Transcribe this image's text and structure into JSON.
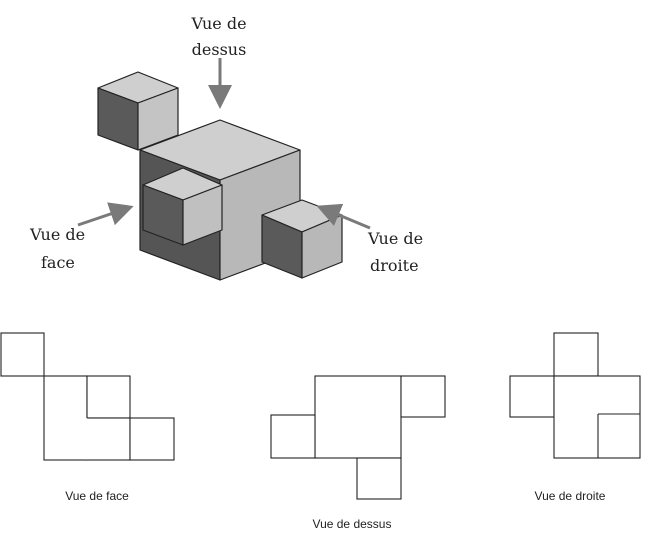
{
  "iso": {
    "label_top_line1": "Vue de",
    "label_top_line2": "dessus",
    "label_front_line1": "Vue de",
    "label_front_line2": "face",
    "label_right_line1": "Vue de",
    "label_right_line2": "droite"
  },
  "views": {
    "front_caption": "Vue de face",
    "top_caption": "Vue de dessus",
    "right_caption": "Vue de droite"
  },
  "colors": {
    "top_face": "#cfcfcf",
    "light_face": "#b8b8b8",
    "dark_face": "#5a5a5a",
    "arrow": "#7a7a7a",
    "line": "#222222"
  }
}
